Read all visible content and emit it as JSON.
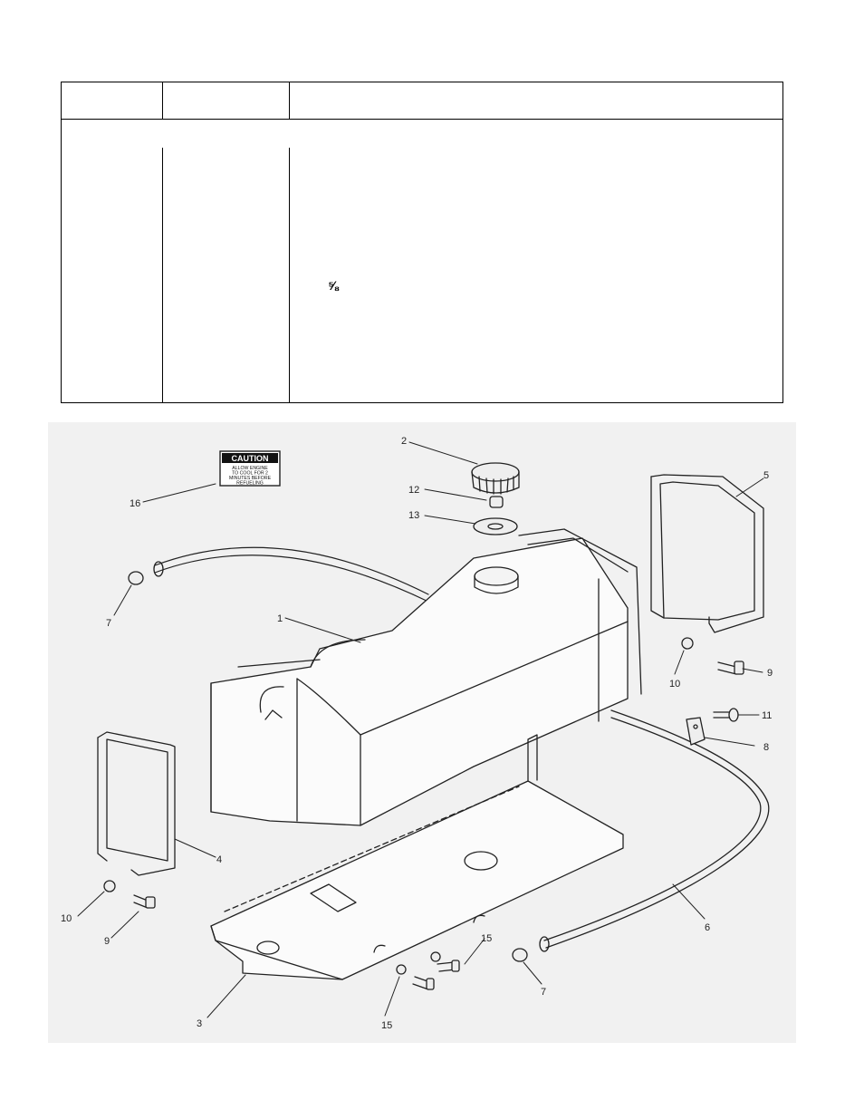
{
  "table": {
    "headers": [
      "",
      "",
      ""
    ],
    "fraction_text": "⅝"
  },
  "diagram": {
    "decal": {
      "heading": "CAUTION",
      "lines": [
        "ALLOW ENGINE",
        "TO COOL FOR 2",
        "MINUTES BEFORE",
        "REFUELING"
      ]
    },
    "callouts": {
      "c1": "1",
      "c2": "2",
      "c3": "3",
      "c4": "4",
      "c5": "5",
      "c6": "6",
      "c7a": "7",
      "c7b": "7",
      "c8": "8",
      "c9a": "9",
      "c9b": "9",
      "c10a": "10",
      "c10b": "10",
      "c11": "11",
      "c12": "12",
      "c13": "13",
      "c15a": "15",
      "c15b": "15",
      "c16": "16"
    }
  }
}
